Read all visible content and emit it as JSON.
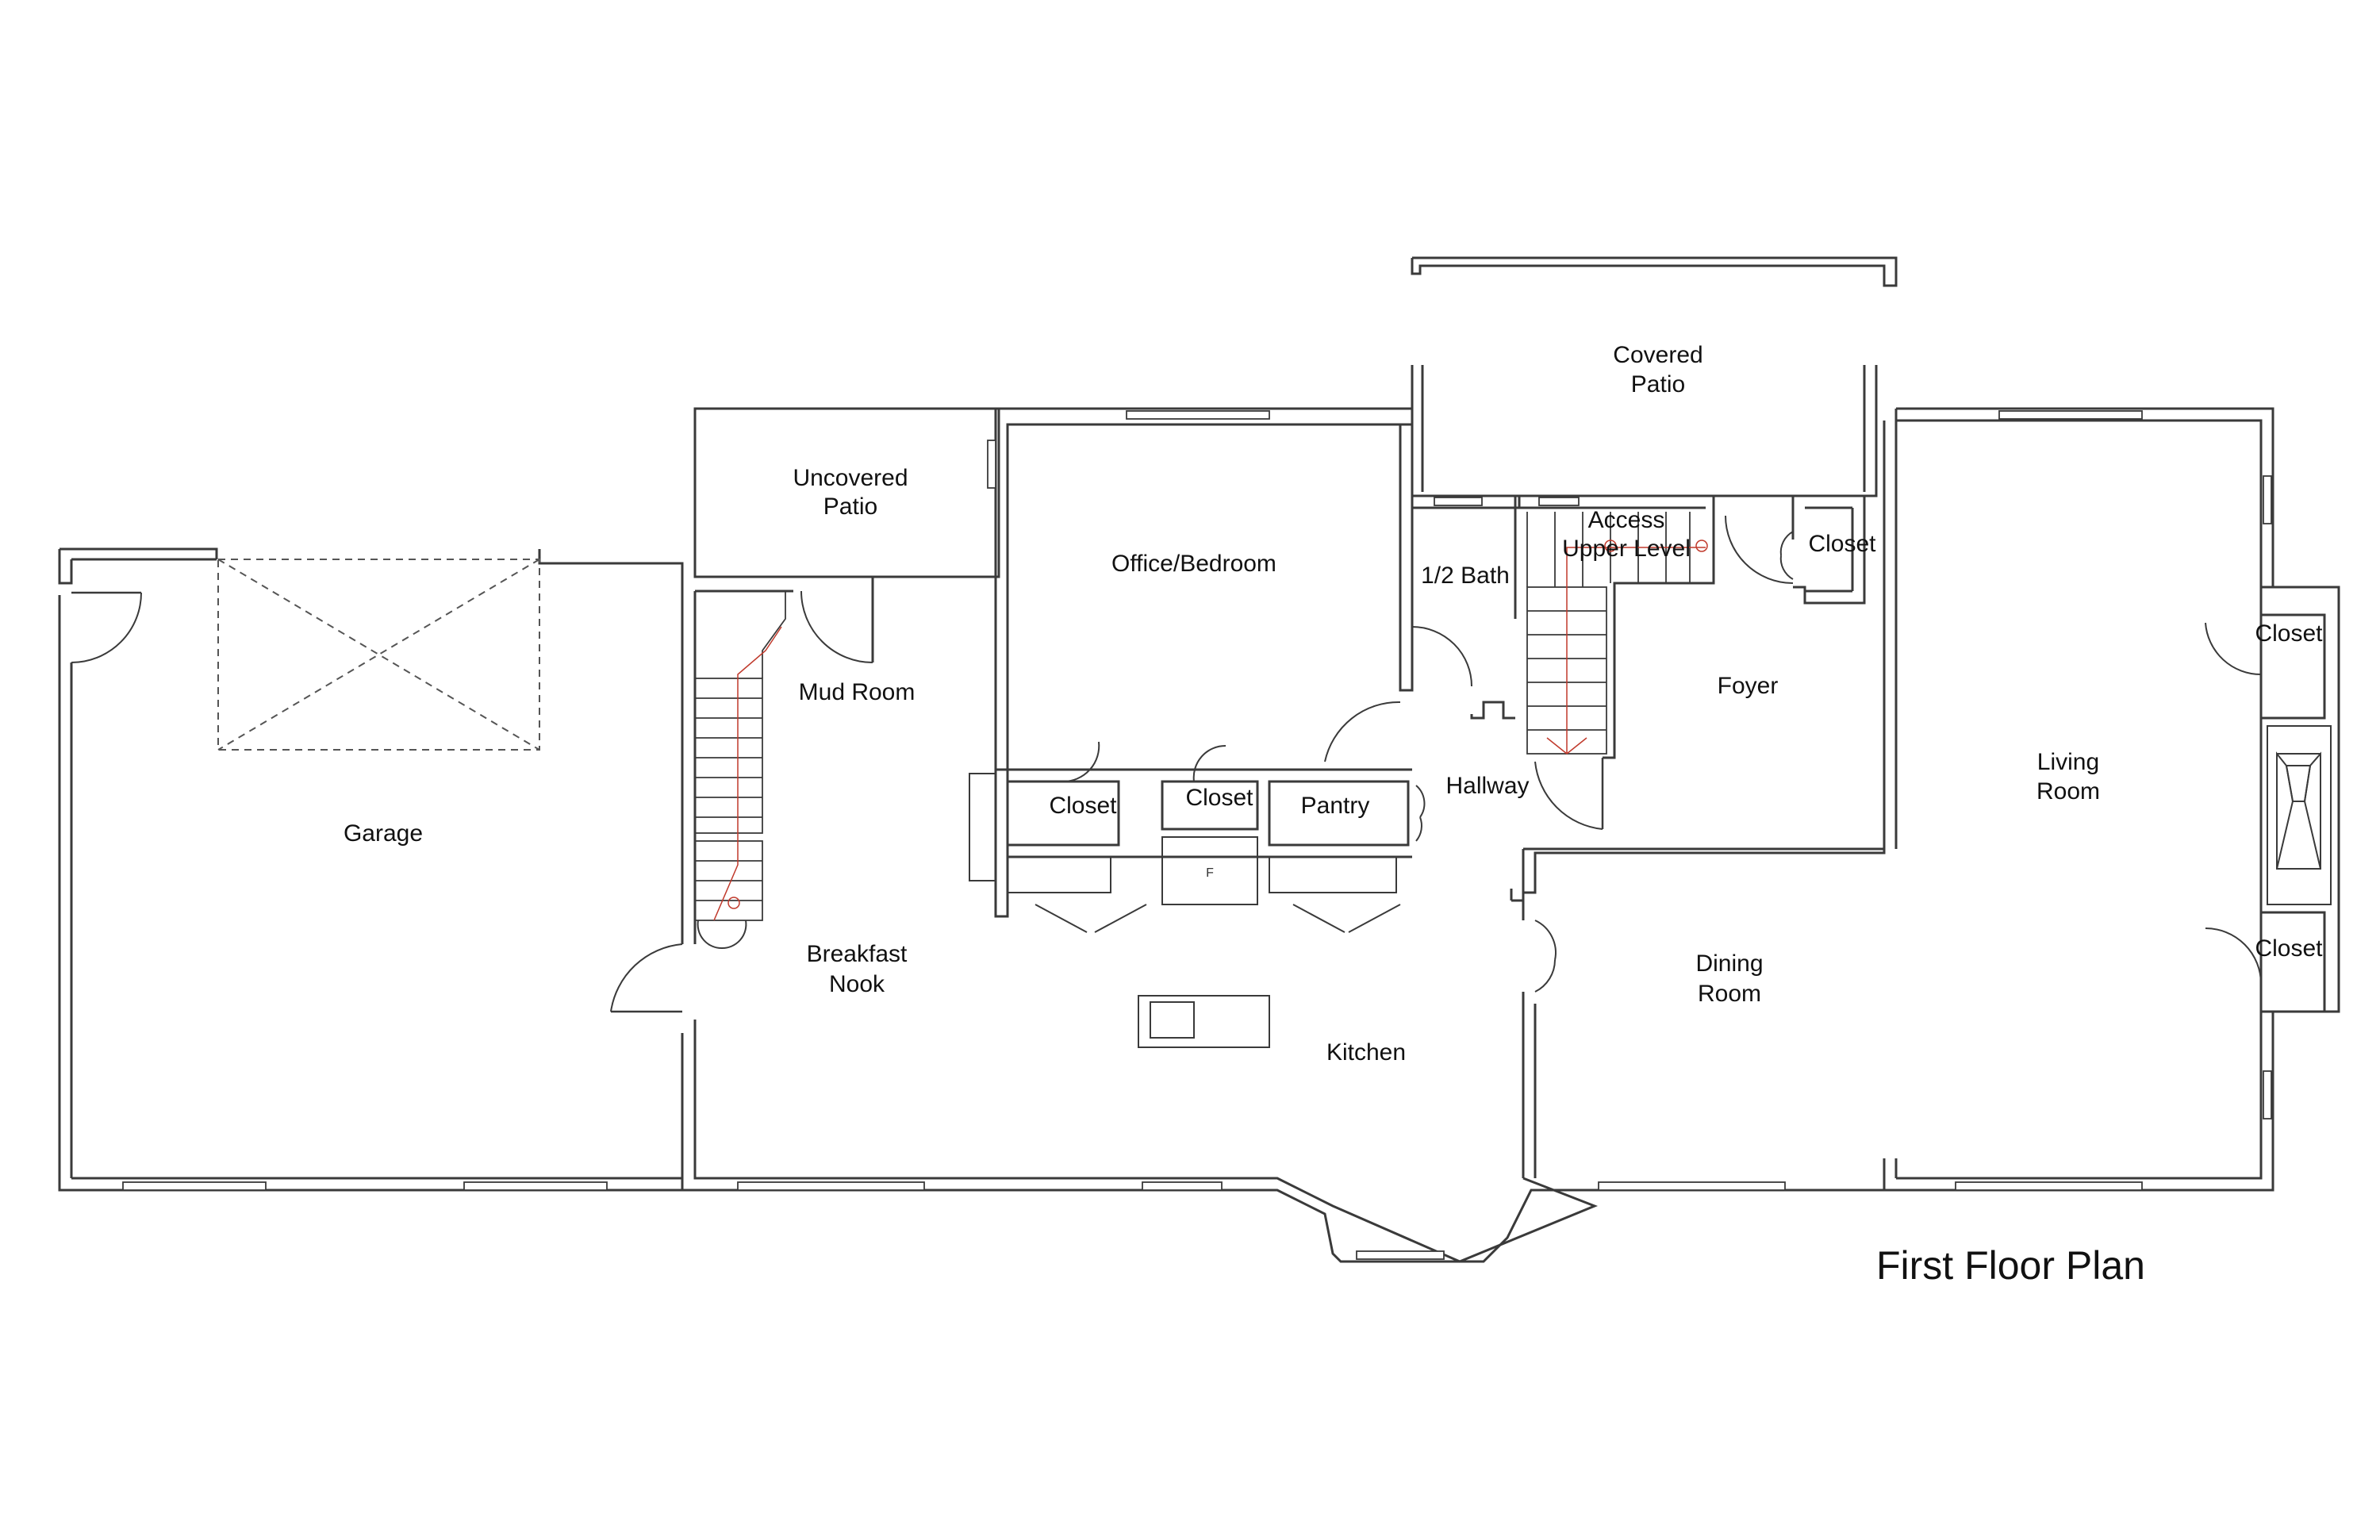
{
  "title": "First Floor Plan",
  "rooms": {
    "garage": "Garage",
    "uncovered_patio_1": "Uncovered",
    "uncovered_patio_2": "Patio",
    "mud_room": "Mud Room",
    "breakfast_nook_1": "Breakfast",
    "breakfast_nook_2": "Nook",
    "office_bedroom": "Office/Bedroom",
    "closet_left": "Closet",
    "closet_mid": "Closet",
    "pantry": "Pantry",
    "kitchen": "Kitchen",
    "half_bath": "1/2 Bath",
    "hallway": "Hallway",
    "access_upper_1": "Access",
    "access_upper_2": "Upper Level",
    "covered_patio_1": "Covered",
    "covered_patio_2": "Patio",
    "closet_foyer": "Closet",
    "foyer": "Foyer",
    "dining_room_1": "Dining",
    "dining_room_2": "Room",
    "living_room_1": "Living",
    "living_room_2": "Room",
    "closet_living_top": "Closet",
    "closet_living_bottom": "Closet"
  },
  "fixtures": {
    "fridge_mark": "F"
  }
}
